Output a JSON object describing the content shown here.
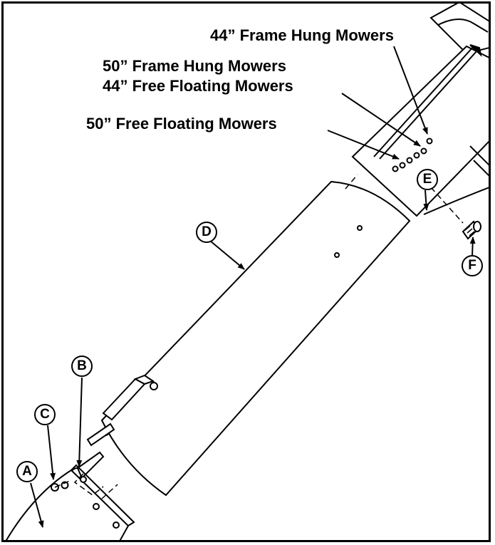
{
  "mower_labels": {
    "frame_hung_44": "44” Frame Hung Mowers",
    "frame_hung_50": "50” Frame Hung Mowers",
    "free_floating_44": "44” Free Floating Mowers",
    "free_floating_50": "50” Free Floating Mowers"
  },
  "callouts": {
    "a": "A",
    "b": "B",
    "c": "C",
    "d": "D",
    "e": "E",
    "f": "F"
  },
  "colors": {
    "line": "#000000",
    "background": "#ffffff"
  }
}
